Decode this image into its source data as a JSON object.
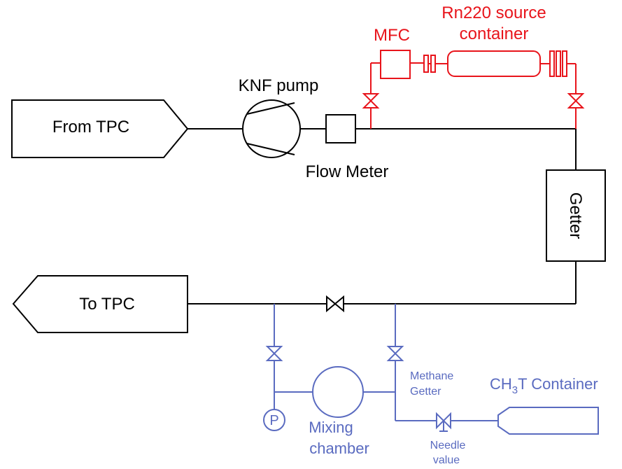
{
  "colors": {
    "main": "#000000",
    "source": "#e8141b",
    "tritium": "#5a6bc0"
  },
  "labels": {
    "from_tpc": "From TPC",
    "to_tpc": "To TPC",
    "knf_pump": "KNF pump",
    "flow_meter": "Flow Meter",
    "getter": "Getter",
    "mfc": "MFC",
    "rn_source_line1": "Rn220 source",
    "rn_source_line2": "container",
    "pressure_gauge": "P",
    "mixing_line1": "Mixing",
    "mixing_line2": "chamber",
    "methane_line1": "Methane",
    "methane_line2": "Getter",
    "needle_line1": "Needle",
    "needle_line2": "value",
    "ch3t_prefix": "CH",
    "ch3t_sub": "3",
    "ch3t_suffix": "T Container"
  }
}
